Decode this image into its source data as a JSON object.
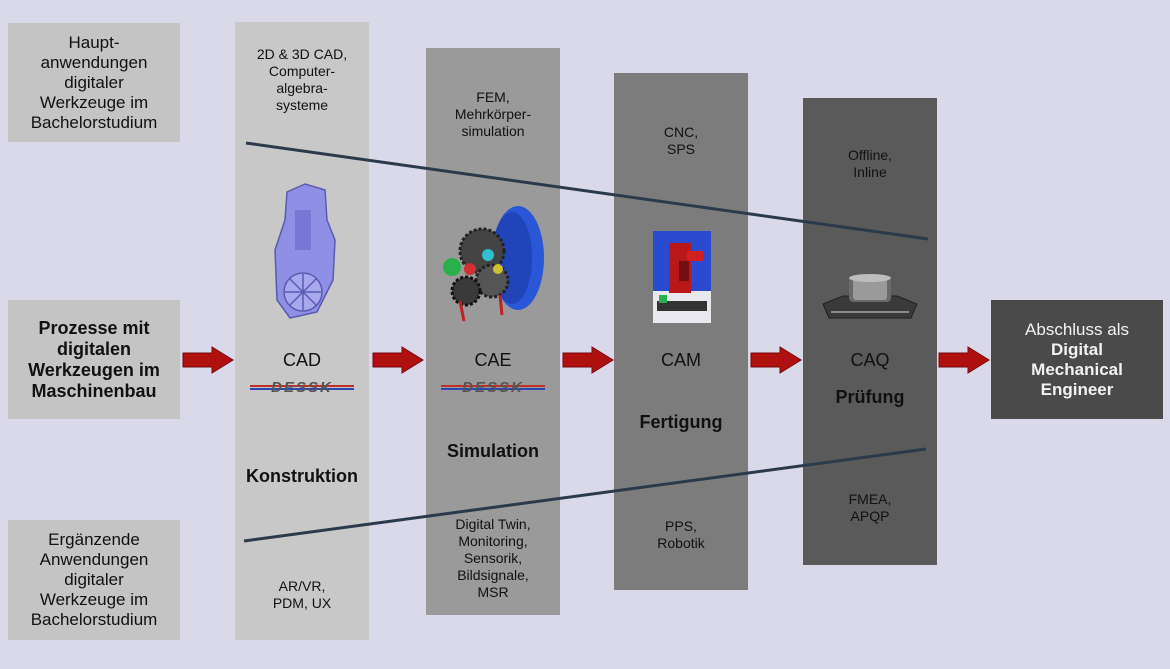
{
  "left": {
    "top_label": "Haupt-\nanwendungen\ndigitaler\nWerkzeuge im\nBachelorstudium",
    "middle_label": "Prozesse mit\ndigitalen\nWerkzeugen im\nMaschinenbau",
    "bottom_label": "Ergänzende\nAnwendungen\ndigitaler\nWerkzeuge im\nBachelorstudium"
  },
  "columns": [
    {
      "top": "2D & 3D CAD,\nComputer-\nalgebra-\nsysteme",
      "abbr": "CAD",
      "logo": "DESSK",
      "phase": "Konstruktion",
      "bottom": "AR/VR,\nPDM, UX"
    },
    {
      "top": "FEM,\nMehrkörper-\nsimulation",
      "abbr": "CAE",
      "logo": "DESSK",
      "phase": "Simulation",
      "bottom": "Digital Twin,\nMonitoring,\nSensorik,\nBildsignale,\nMSR"
    },
    {
      "top": "CNC,\nSPS",
      "abbr": "CAM",
      "phase": "Fertigung",
      "bottom": "PPS,\nRobotik"
    },
    {
      "top": "Offline,\nInline",
      "abbr": "CAQ",
      "phase": "Prüfung",
      "bottom": "FMEA,\nAPQP"
    }
  ],
  "final": {
    "line1": "Abschluss als",
    "line2": "Digital",
    "line3": "Mechanical",
    "line4": "Engineer"
  },
  "colors": {
    "background": "#d9d9ea",
    "arrow": "#b01010",
    "line": "#2b3a4a"
  }
}
